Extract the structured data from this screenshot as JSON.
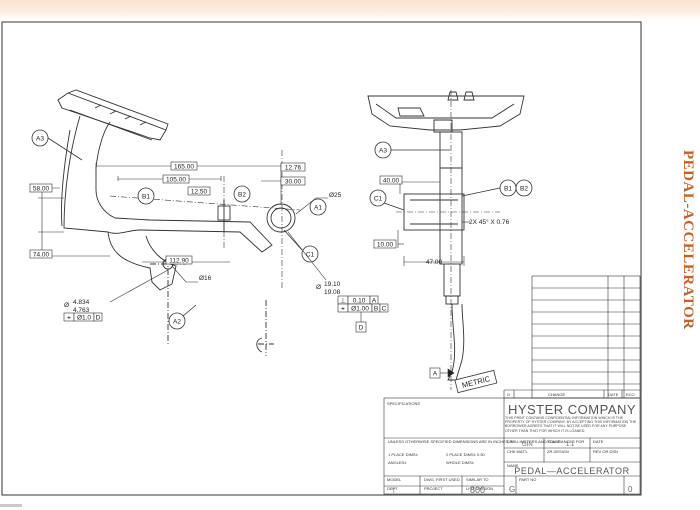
{
  "slide": {
    "side_title": "PEDAL-ACCELERATOR"
  },
  "drawing": {
    "balloons": {
      "a3_left": "A3",
      "a3_right": "A3",
      "b1_left": "B1",
      "b2_left": "B2",
      "a1": "A1",
      "c1_left": "C1",
      "a2": "A2",
      "c1_right": "C1",
      "b1_right": "B1",
      "b2_right": "B2"
    },
    "dimensions": {
      "d165": "165.00",
      "d105": "105.00",
      "d12_50": "12.50",
      "d12_76": "12.76",
      "d30": "30.00",
      "d58": "58.00",
      "d74": "74.00",
      "d112_90": "112.90",
      "dia25": "Ø25",
      "dia16": "Ø16",
      "dia_19_10": "19.10",
      "dia_19_08": "19.08",
      "dia_19_sym": "Ø",
      "dia_4_834": "4.834",
      "dia_4_763": "4.763",
      "dia_4_sym": "Ø",
      "d40": "40.00",
      "d10": "10.00",
      "d47": "47.00",
      "chamfer": "2X 45° X 0.76"
    },
    "fcf": {
      "perp_sym": "⊥",
      "perp_tol": "0.10",
      "perp_datum": "A",
      "pos_sym": "⌖",
      "pos_tol": "Ø1.00",
      "pos_d1": "B",
      "pos_d2": "C",
      "datum_d": "D",
      "hole_pos_sym": "⌖",
      "hole_pos_tol": "Ø1.0",
      "hole_pos_d": "D",
      "datum_a": "A"
    },
    "stamp": "METRIC"
  },
  "title_block": {
    "specifications": "SPECIFICATIONS",
    "company": "HYSTER COMPANY",
    "confidential": "THIS PRINT CONTAINS CONFIDENTIAL INFORMATION WHICH IS THE PROPERTY OF HYSTER COMPANY. BY ACCEPTING THIS INFORMATION THE BORROWER AGREES THAT IT WILL NOT BE USED FOR ANY PURPOSE OTHER THAN THAT FOR WHICH IT IS LOANED.",
    "tolerance_note": "UNLESS OTHERWISE SPECIFIED DIMENSIONS ARE IN INCHES, MILLIMETERS AND TOLERANCES FOR",
    "place1": "1 PLACE DIMS±",
    "place2": "2 PLACE DIMS± 0.30",
    "angles": "ANGLES±",
    "whole": "WHOLE DIMS±",
    "dr_label": "DR",
    "dr_value": "GIN",
    "scale_label": "SCALE",
    "scale_value": "1:1",
    "date_label": "DATE",
    "chk_label": "CHK MAT'L",
    "design_label": "ZR DESIGN",
    "rev_label": "REV OR DSN",
    "model": "MODEL",
    "dwg_first": "DWG. FIRST USED",
    "similar": "SIMILAR TO",
    "name_label": "NAME",
    "name_value": "PEDAL—ACCELERATOR",
    "dept_label": "DEPT",
    "dept_value": "T",
    "project_label": "PROJECT",
    "list_label": "LIST DIVISION",
    "list_value": "800",
    "size_value": "G",
    "part_label": "PART NO",
    "sheet_value": "0",
    "rev_row_left": "O",
    "rev_row_mid": "CHANGE",
    "rev_row_date": "DATE",
    "rev_row_eco": "ECO"
  }
}
